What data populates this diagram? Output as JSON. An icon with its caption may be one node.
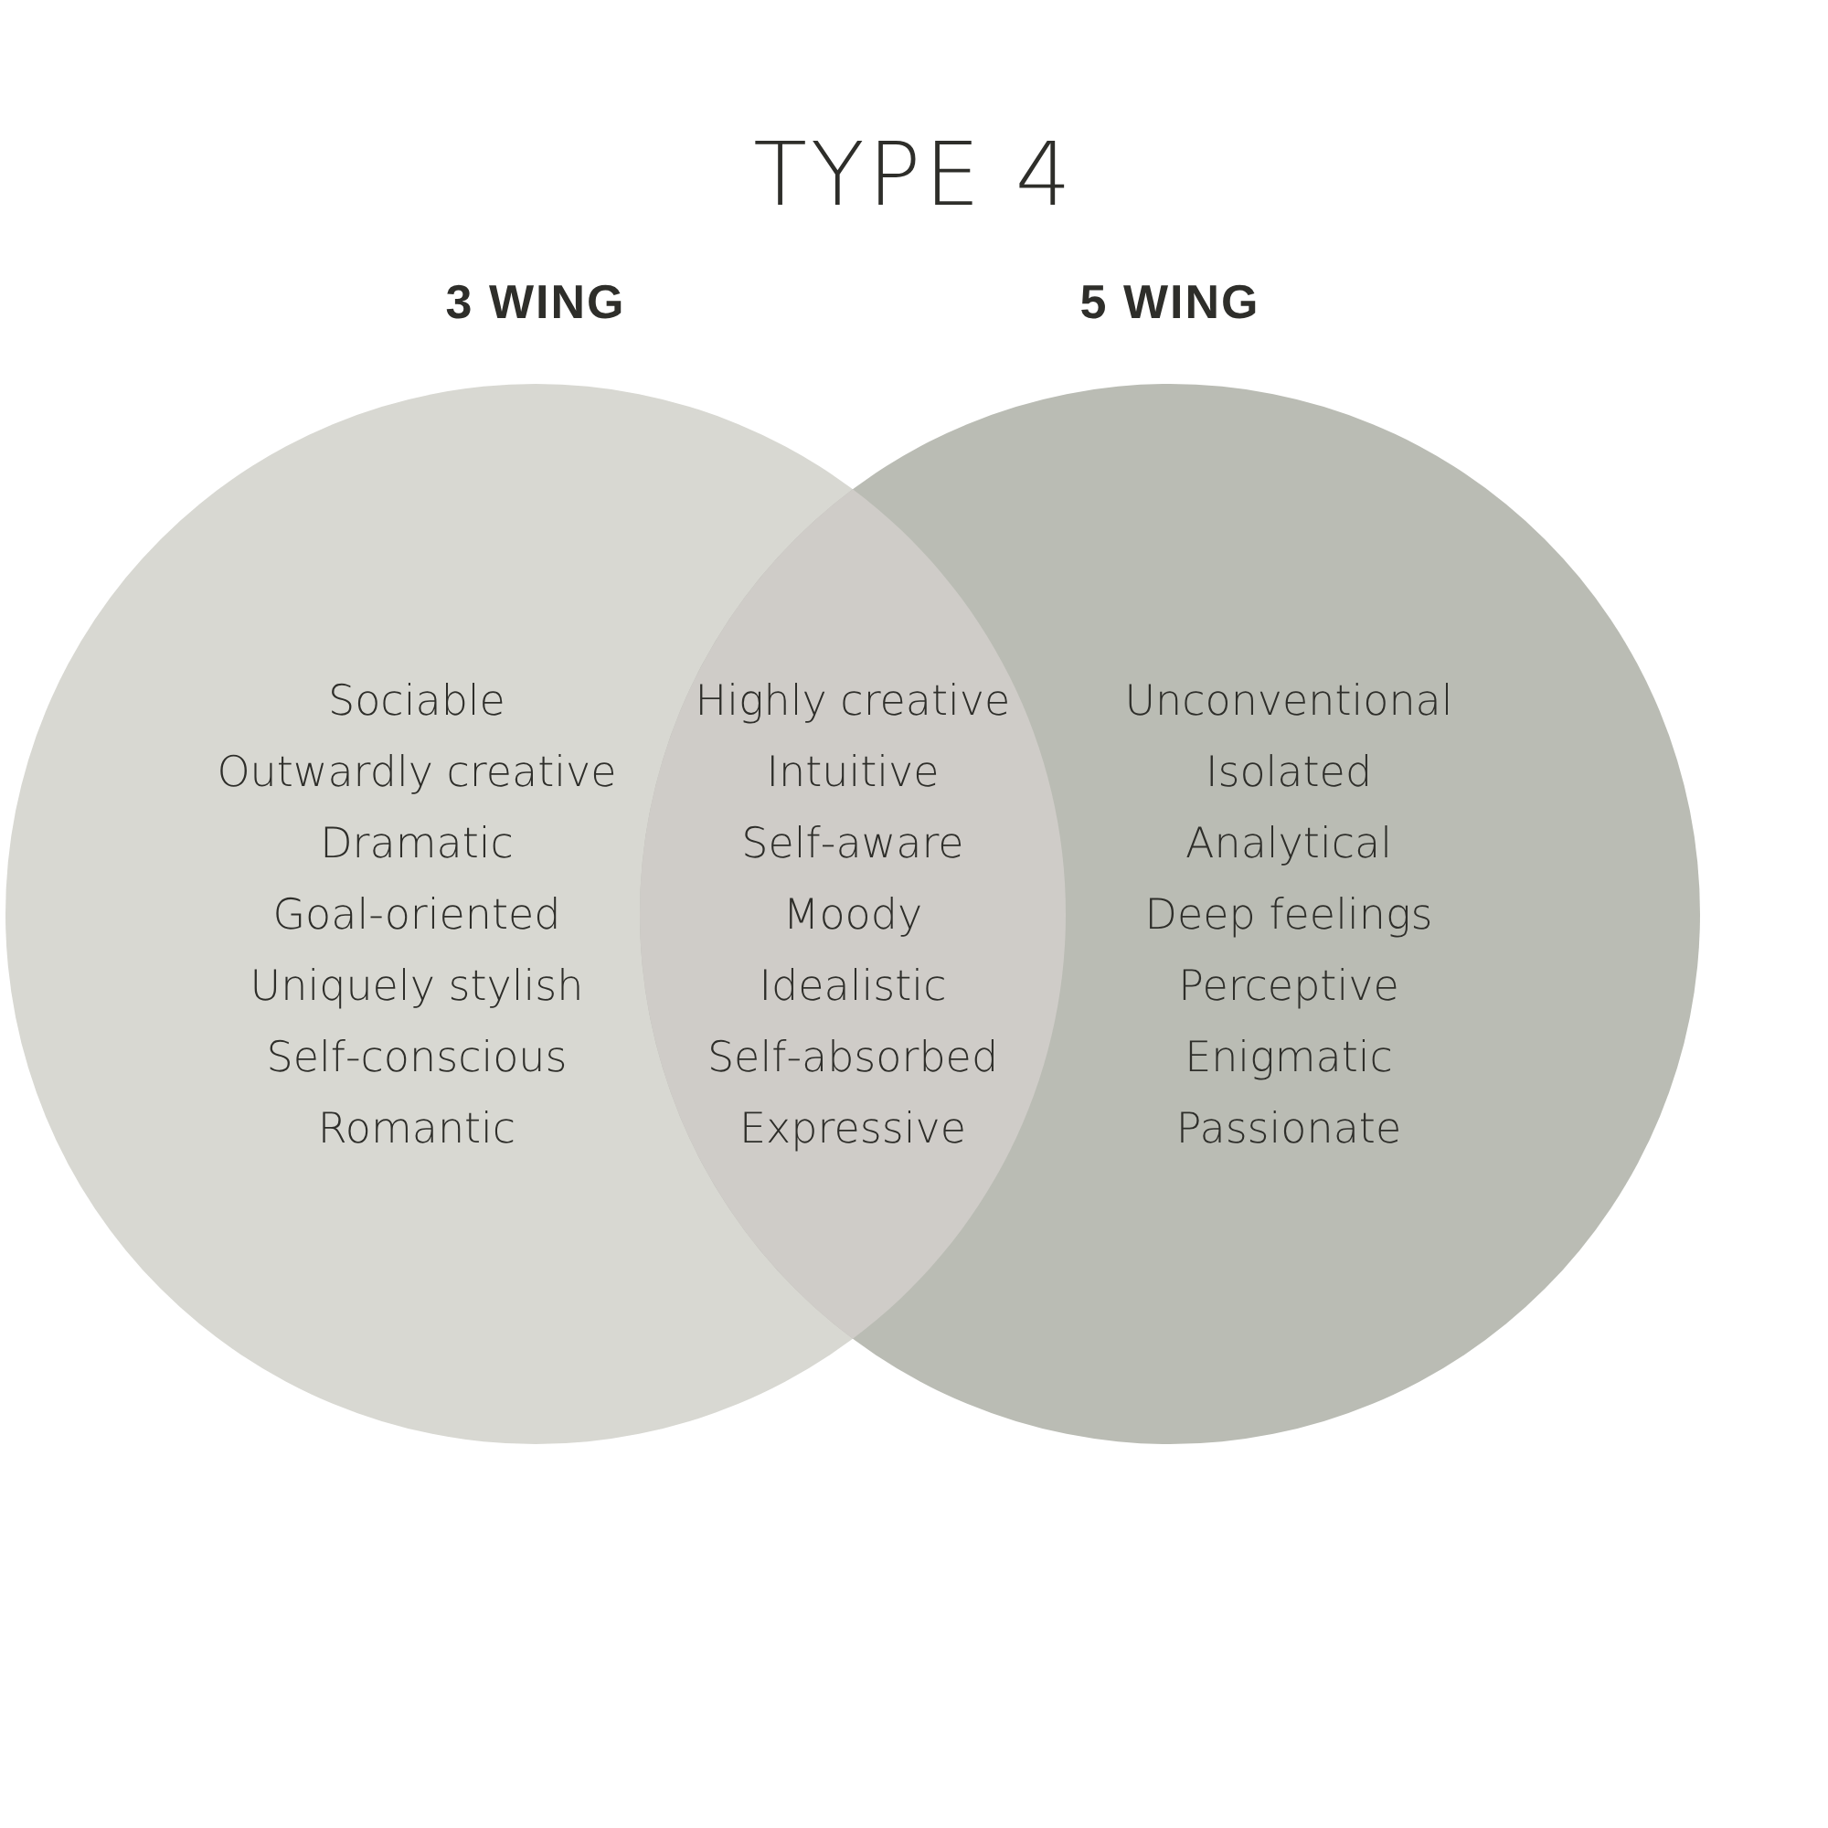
{
  "diagram": {
    "title": "TYPE 4",
    "nodes": [
      {
        "text": [
          "3 WING",
          "Sociable",
          "Outwardly creative",
          "Dramatic",
          "Goal-oriented",
          "Uniquely stylish",
          "Self-conscious",
          "Romantic"
        ]
      },
      {
        "text": [
          "Highly creative",
          "Intuitive",
          "Self-aware",
          "Moody",
          "Idealistic",
          "Self-absorbed",
          "Expressive"
        ]
      },
      {
        "text": [
          "5 WING",
          "Unconventional",
          "Isolated",
          "Analytical",
          "Deep feelings",
          "Perceptive",
          "Enigmatic",
          "Passionate"
        ]
      }
    ]
  }
}
